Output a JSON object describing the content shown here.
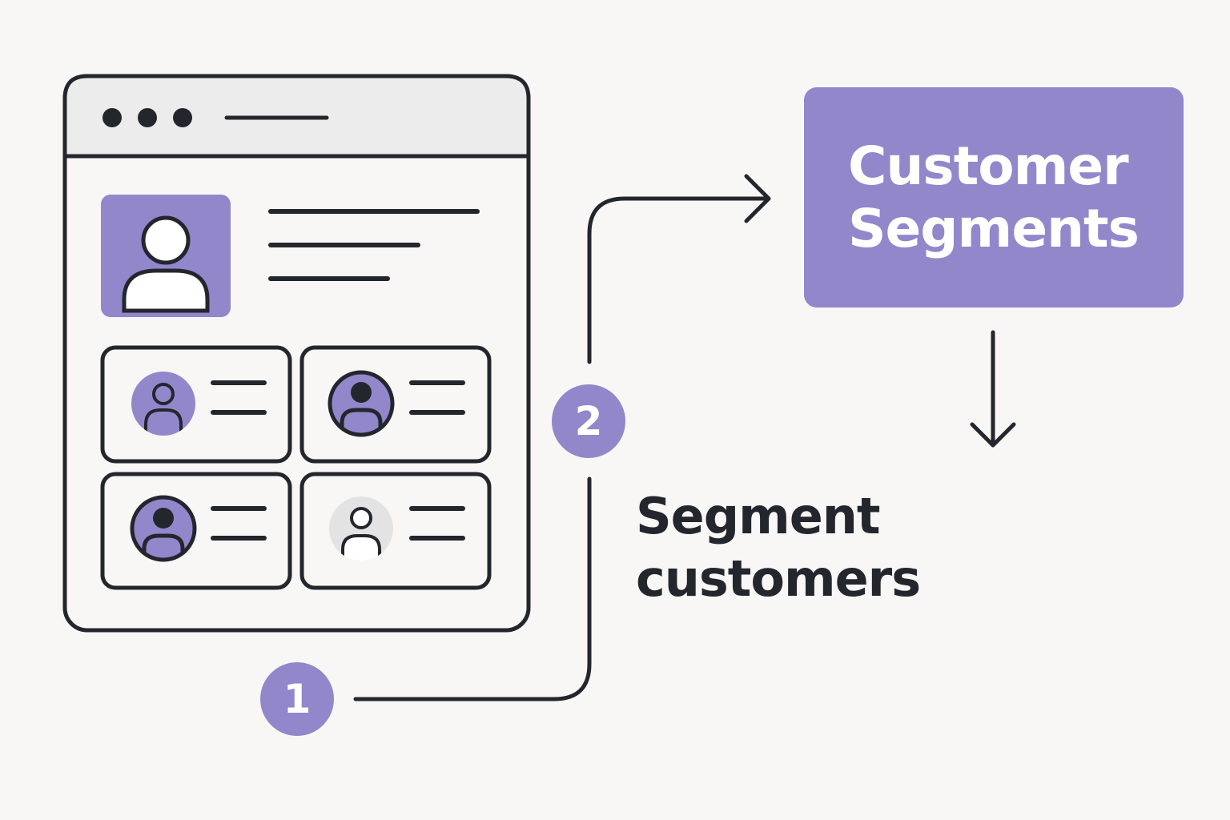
{
  "box": {
    "title_line1": "Customer",
    "title_line2": "Segments"
  },
  "caption": {
    "line1": "Segment",
    "line2": "customers"
  },
  "steps": [
    {
      "number": "1"
    },
    {
      "number": "2"
    }
  ],
  "colors": {
    "accent": "#9287cb",
    "accent_dark": "#8a7fc8",
    "ink": "#23262d",
    "background": "#f8f7f5",
    "window_bar": "#ececec",
    "avatar_gray": "#e3e3e3"
  },
  "icons": [
    "browser-window-icon",
    "user-icon",
    "arrow-right-icon",
    "arrow-down-icon"
  ]
}
